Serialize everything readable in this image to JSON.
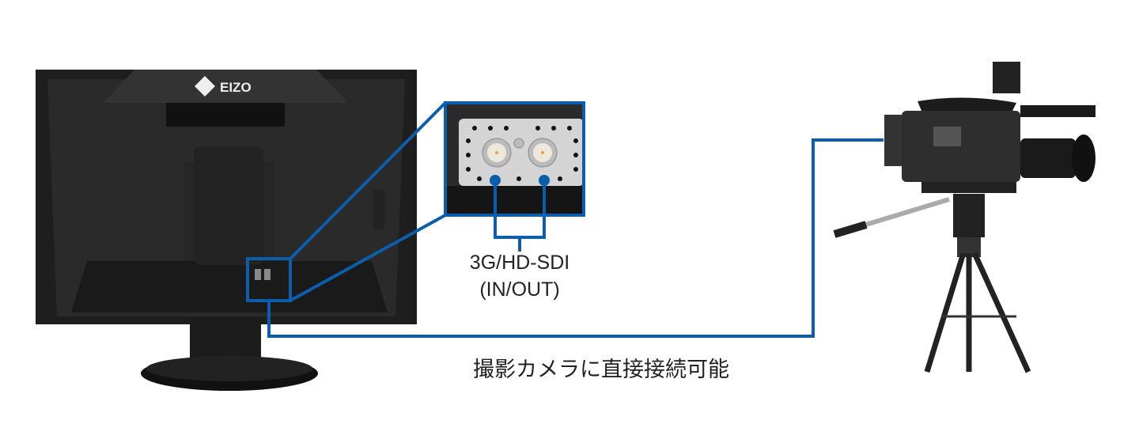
{
  "brand": {
    "logo_text": "EIZO"
  },
  "connector_label": {
    "line1": "3G/HD-SDI",
    "line2": "(IN/OUT)"
  },
  "caption": "撮影カメラに直接接続可能",
  "colors": {
    "accent": "#0b5eab",
    "monitor": "#262626",
    "panel": "#d9d9d9"
  }
}
